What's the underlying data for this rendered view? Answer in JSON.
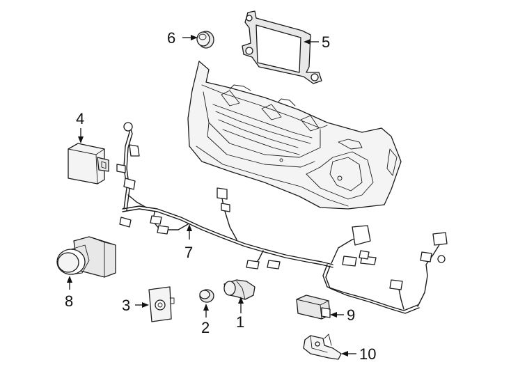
{
  "callouts": [
    {
      "id": "1",
      "label": "1"
    },
    {
      "id": "2",
      "label": "2"
    },
    {
      "id": "3",
      "label": "3"
    },
    {
      "id": "4",
      "label": "4"
    },
    {
      "id": "5",
      "label": "5"
    },
    {
      "id": "6",
      "label": "6"
    },
    {
      "id": "7",
      "label": "7"
    },
    {
      "id": "8",
      "label": "8"
    },
    {
      "id": "9",
      "label": "9"
    },
    {
      "id": "10",
      "label": "10"
    }
  ],
  "colors": {
    "line": "#1a1a1a",
    "shade": "#e8e8e8",
    "background": "#ffffff"
  }
}
